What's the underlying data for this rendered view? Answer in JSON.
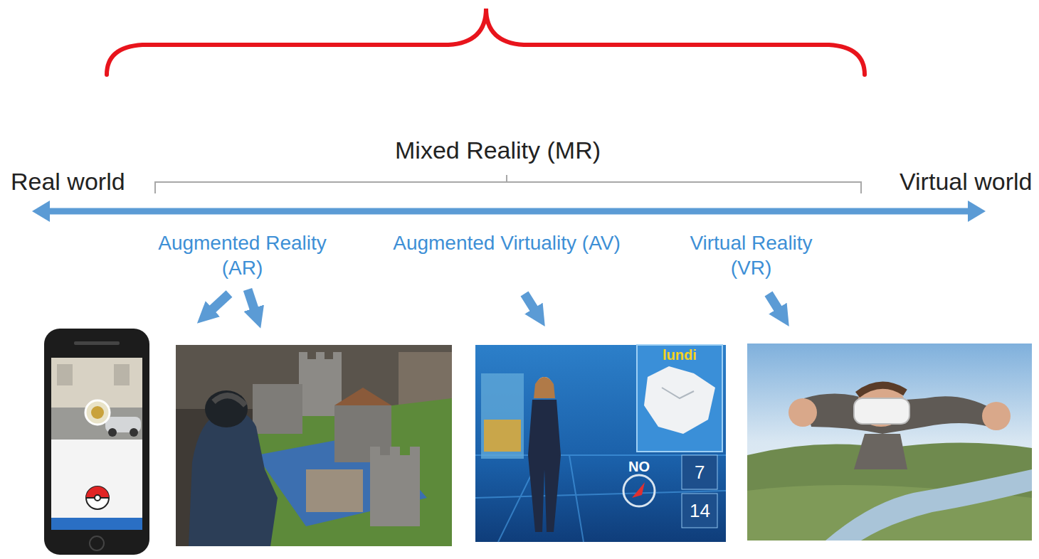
{
  "diagram": {
    "labels": [
      "Mixed Reality (MR)",
      "Real world",
      "Virtual world",
      "Augmented Reality (AR)",
      "Augmented Virtuality (AV)",
      "Virtual Reality (VR)",
      "lundi",
      "NO",
      "7",
      "14"
    ]
  }
}
